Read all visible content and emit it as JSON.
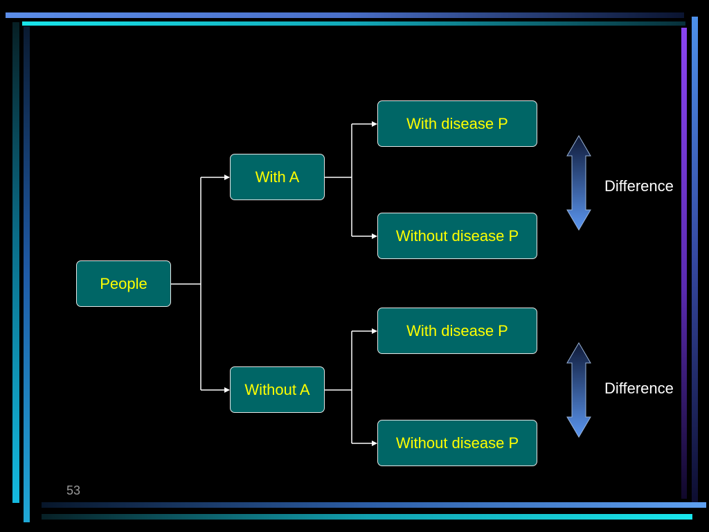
{
  "nodes": {
    "root": "People",
    "branch_a": "With A",
    "branch_no_a": "Without A",
    "a_with_p": "With disease P",
    "a_without_p": "Without disease P",
    "no_a_with_p": "With disease P",
    "no_a_without_p": "Without disease P"
  },
  "differences": {
    "top_label": "Difference",
    "bottom_label": "Difference"
  },
  "slide_number": "53",
  "colors": {
    "node_fill": "#006666",
    "node_text": "#ffff00",
    "background": "#000000",
    "connector": "#ffffff",
    "arrow_light": "#5b96f0",
    "arrow_dark": "#0f1a38"
  }
}
